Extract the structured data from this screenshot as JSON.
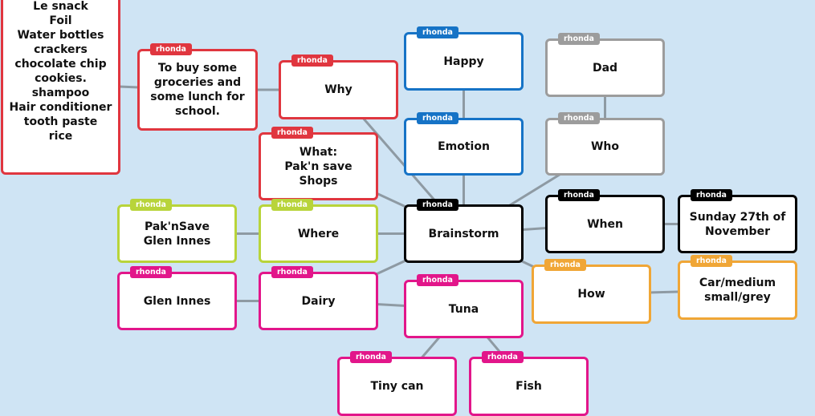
{
  "colors": {
    "background": "#cfe4f4",
    "link": "#8e9aa3",
    "red": "#e0363f",
    "blue": "#1673c6",
    "grey": "#9c9c9c",
    "black": "#000000",
    "lime": "#b8d43a",
    "magenta": "#e2168a",
    "orange": "#f0a636"
  },
  "nodes": [
    {
      "id": "list",
      "text": "Le snack\nFoil\nWater bottles\ncrackers\nchocolate chip\ncookies.\nshampoo\nHair conditioner\ntooth paste\nrice",
      "tag": "",
      "color": "red"
    },
    {
      "id": "buy",
      "text": "To buy some\ngroceries and\nsome lunch for\nschool.",
      "tag": "rhonda",
      "color": "red"
    },
    {
      "id": "why",
      "text": "Why",
      "tag": "rhonda",
      "color": "red"
    },
    {
      "id": "what",
      "text": "What:\nPak'n save\nShops",
      "tag": "rhonda",
      "color": "red"
    },
    {
      "id": "happy",
      "text": "Happy",
      "tag": "rhonda",
      "color": "blue"
    },
    {
      "id": "emotion",
      "text": "Emotion",
      "tag": "rhonda",
      "color": "blue"
    },
    {
      "id": "dad",
      "text": "Dad",
      "tag": "rhonda",
      "color": "grey"
    },
    {
      "id": "who",
      "text": "Who",
      "tag": "rhonda",
      "color": "grey"
    },
    {
      "id": "brainstorm",
      "text": "Brainstorm",
      "tag": "rhonda",
      "color": "black"
    },
    {
      "id": "when",
      "text": "When",
      "tag": "rhonda",
      "color": "black"
    },
    {
      "id": "sunday",
      "text": "Sunday 27th of\nNovember",
      "tag": "rhonda",
      "color": "black"
    },
    {
      "id": "paknsave",
      "text": "Pak'nSave\nGlen Innes",
      "tag": "rhonda",
      "color": "lime"
    },
    {
      "id": "where",
      "text": "Where",
      "tag": "rhonda",
      "color": "lime"
    },
    {
      "id": "gleninnes",
      "text": "Glen Innes",
      "tag": "rhonda",
      "color": "magenta"
    },
    {
      "id": "dairy",
      "text": "Dairy",
      "tag": "rhonda",
      "color": "magenta"
    },
    {
      "id": "tuna",
      "text": "Tuna",
      "tag": "rhonda",
      "color": "magenta"
    },
    {
      "id": "how",
      "text": "How",
      "tag": "rhonda",
      "color": "orange"
    },
    {
      "id": "car",
      "text": "Car/medium\nsmall/grey",
      "tag": "rhonda",
      "color": "orange"
    },
    {
      "id": "tinycan",
      "text": "Tiny can",
      "tag": "rhonda",
      "color": "magenta"
    },
    {
      "id": "fish",
      "text": "Fish",
      "tag": "rhonda",
      "color": "magenta"
    }
  ],
  "links": [
    [
      "list",
      "buy"
    ],
    [
      "buy",
      "why"
    ],
    [
      "why",
      "brainstorm"
    ],
    [
      "what",
      "brainstorm"
    ],
    [
      "happy",
      "emotion"
    ],
    [
      "emotion",
      "brainstorm"
    ],
    [
      "dad",
      "who"
    ],
    [
      "who",
      "brainstorm"
    ],
    [
      "brainstorm",
      "when"
    ],
    [
      "when",
      "sunday"
    ],
    [
      "paknsave",
      "where"
    ],
    [
      "where",
      "brainstorm"
    ],
    [
      "gleninnes",
      "dairy"
    ],
    [
      "dairy",
      "brainstorm"
    ],
    [
      "dairy",
      "tuna"
    ],
    [
      "brainstorm",
      "how"
    ],
    [
      "how",
      "car"
    ],
    [
      "tuna",
      "tinycan"
    ],
    [
      "tuna",
      "fish"
    ]
  ]
}
